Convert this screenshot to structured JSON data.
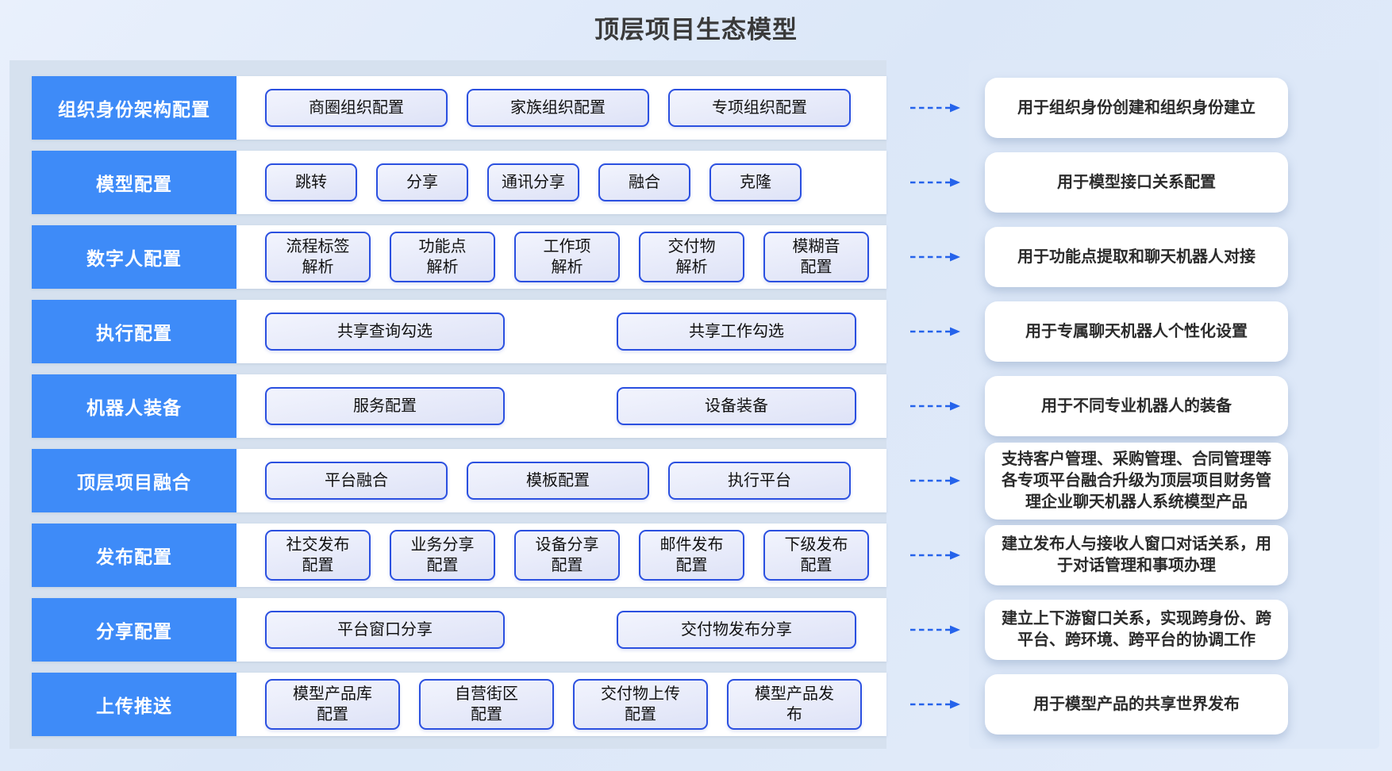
{
  "title": "顶层项目生态模型",
  "colors": {
    "page_background": "#dbe7f8",
    "left_panel_background": "#d6e1ef",
    "right_panel_background": "#dde8f8",
    "row_label_background": "#3e8bf8",
    "row_label_text": "#ffffff",
    "config_box_border": "#2b50e0",
    "config_box_fill": "#e6eaf9",
    "arrow": "#2563eb",
    "title_text": "#3a3a3a"
  },
  "icons": {
    "arrow": "dashed-arrow-right-icon"
  },
  "rows": [
    {
      "label": "组织身份架构配置",
      "boxes": [
        "商圈组织配置",
        "家族组织配置",
        "专项组织配置"
      ],
      "description": "用于组织身份创建和组织身份建立"
    },
    {
      "label": "模型配置",
      "boxes": [
        "跳转",
        "分享",
        "通讯分享",
        "融合",
        "克隆"
      ],
      "description": "用于模型接口关系配置"
    },
    {
      "label": "数字人配置",
      "boxes": [
        "流程标签\n解析",
        "功能点\n解析",
        "工作项\n解析",
        "交付物\n解析",
        "模糊音\n配置"
      ],
      "description": "用于功能点提取和聊天机器人对接"
    },
    {
      "label": "执行配置",
      "boxes": [
        "共享查询勾选",
        "共享工作勾选"
      ],
      "description": "用于专属聊天机器人个性化设置"
    },
    {
      "label": "机器人装备",
      "boxes": [
        "服务配置",
        "设备装备"
      ],
      "description": "用于不同专业机器人的装备"
    },
    {
      "label": "顶层项目融合",
      "boxes": [
        "平台融合",
        "模板配置",
        "执行平台"
      ],
      "description": "支持客户管理、采购管理、合同管理等\n各专项平台融合升级为顶层项目财务管\n理企业聊天机器人系统模型产品"
    },
    {
      "label": "发布配置",
      "boxes": [
        "社交发布\n配置",
        "业务分享\n配置",
        "设备分享\n配置",
        "邮件发布\n配置",
        "下级发布\n配置"
      ],
      "description": "建立发布人与接收人窗口对话关系，用\n于对话管理和事项办理"
    },
    {
      "label": "分享配置",
      "boxes": [
        "平台窗口分享",
        "交付物发布分享"
      ],
      "description": "建立上下游窗口关系，实现跨身份、跨\n平台、跨环境、跨平台的协调工作"
    },
    {
      "label": "上传推送",
      "boxes": [
        "模型产品库\n配置",
        "自营街区\n配置",
        "交付物上传\n配置",
        "模型产品发\n布"
      ],
      "description": "用于模型产品的共享世界发布"
    }
  ]
}
